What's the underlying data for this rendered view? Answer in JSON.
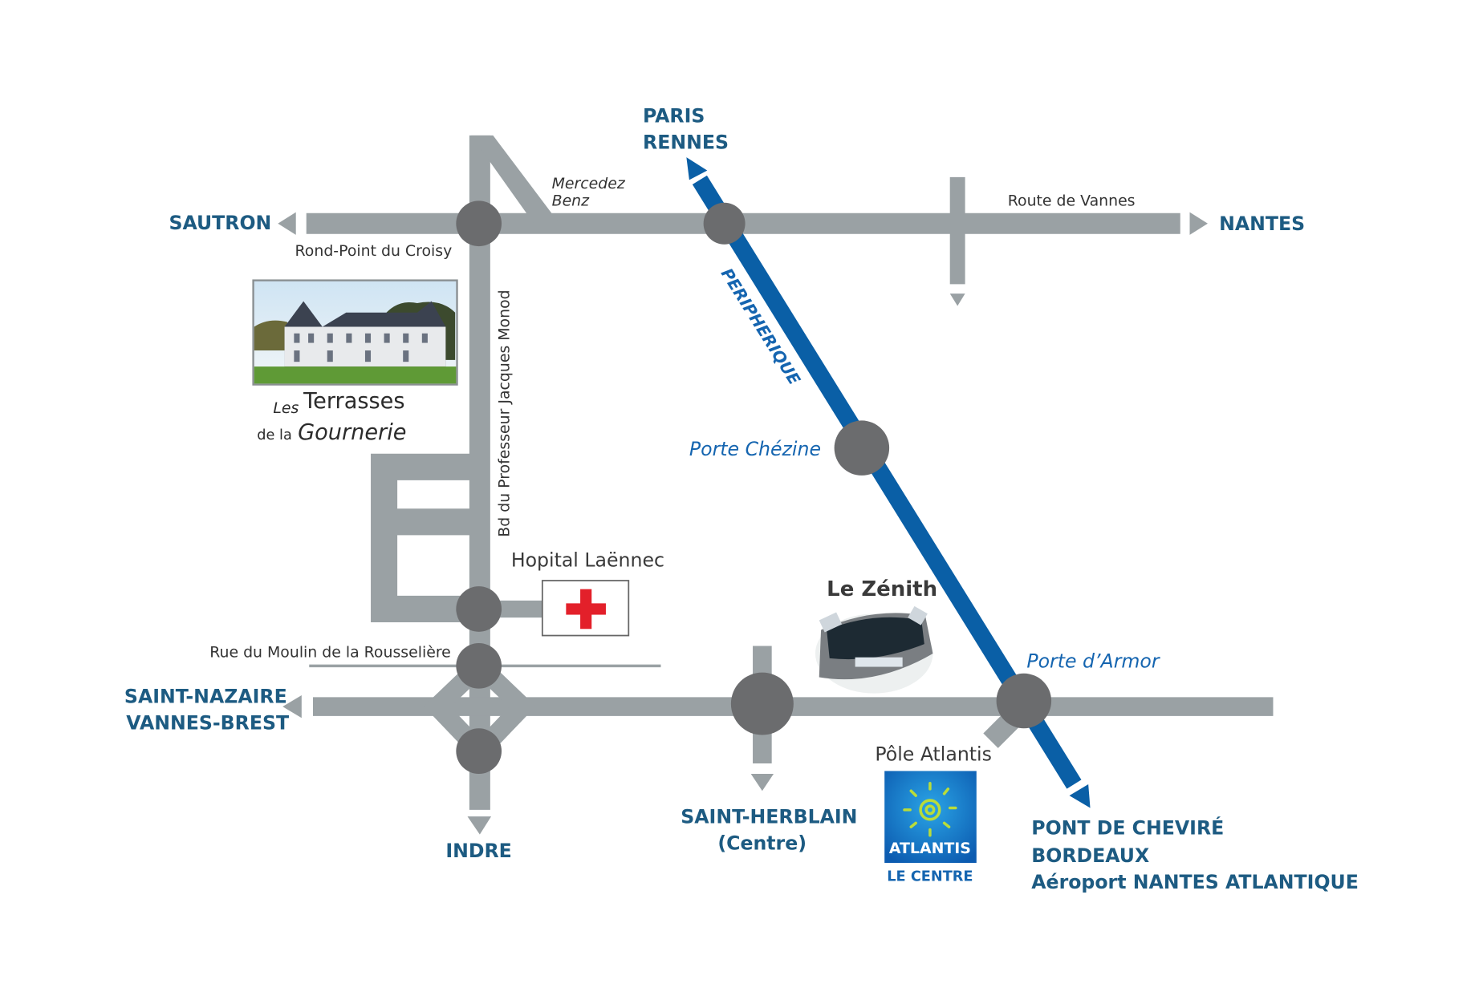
{
  "destinations": {
    "paris": "PARIS",
    "rennes": "RENNES",
    "sautron": "SAUTRON",
    "nantes": "NANTES",
    "saint_nazaire": "SAINT-NAZAIRE",
    "vannes_brest": "VANNES-BREST",
    "indre": "INDRE",
    "saint_herblain": "SAINT-HERBLAIN",
    "centre": "(Centre)",
    "pont_cheviré": "PONT DE CHEVIRÉ",
    "bordeaux": "BORDEAUX",
    "aeroport": "Aéroport  NANTES ATLANTIQUE"
  },
  "labels": {
    "mercedez": "Mercedez",
    "benz": "Benz",
    "route_vannes": "Route de Vannes",
    "rond_point": "Rond-Point du Croisy",
    "boulevard": "Bd du Professeur Jacques Monod",
    "peripherique": "PERIPHERIQUE",
    "porte_chezine": "Porte Chézine",
    "porte_armor": "Porte d’Armor",
    "hopital": "Hopital Laënnec",
    "zenith": "Le Zénith",
    "rue_moulin": "Rue du Moulin de la Rousselière",
    "pole_atlantis": "Pôle Atlantis"
  },
  "logos": {
    "terrasses_line1_a": "Les",
    "terrasses_line1_b": "Terrasses",
    "terrasses_line2_a": "de la",
    "terrasses_line2_b": "Gournerie",
    "atlantis": "ATLANTIS",
    "le_centre": "LE CENTRE"
  },
  "colors": {
    "road": "#9aa1a4",
    "roundabout": "#6b6c6e",
    "peripherique": "#0a5fa6",
    "destination_text": "#1d5b82",
    "hospital_cross": "#e3202a"
  }
}
